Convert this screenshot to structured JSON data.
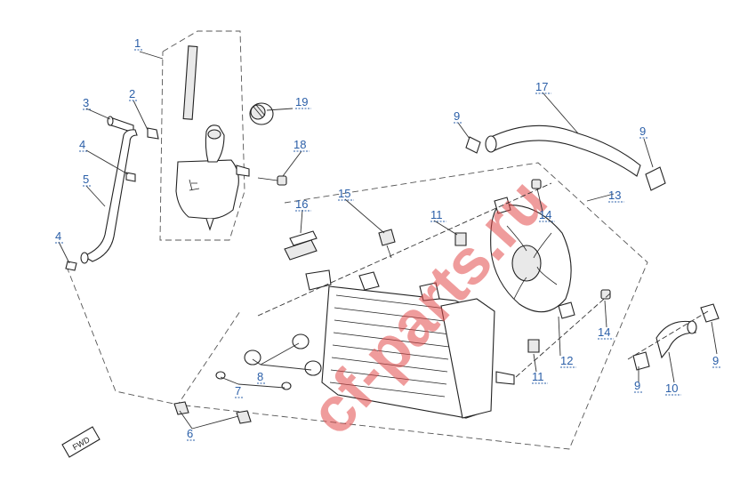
{
  "diagram": {
    "watermark": "cf-parts.ru",
    "direction_badge": "FWD",
    "callouts": {
      "c1": "1",
      "c2": "2",
      "c3": "3",
      "c4a": "4",
      "c4b": "4",
      "c5": "5",
      "c6": "6",
      "c7": "7",
      "c8": "8",
      "c9a": "9",
      "c9b": "9",
      "c9c": "9",
      "c9d": "9",
      "c10": "10",
      "c11a": "11",
      "c11b": "11",
      "c12": "12",
      "c13": "13",
      "c14a": "14",
      "c14b": "14",
      "c15": "15",
      "c16": "16",
      "c17": "17",
      "c18": "18",
      "c19": "19"
    }
  }
}
